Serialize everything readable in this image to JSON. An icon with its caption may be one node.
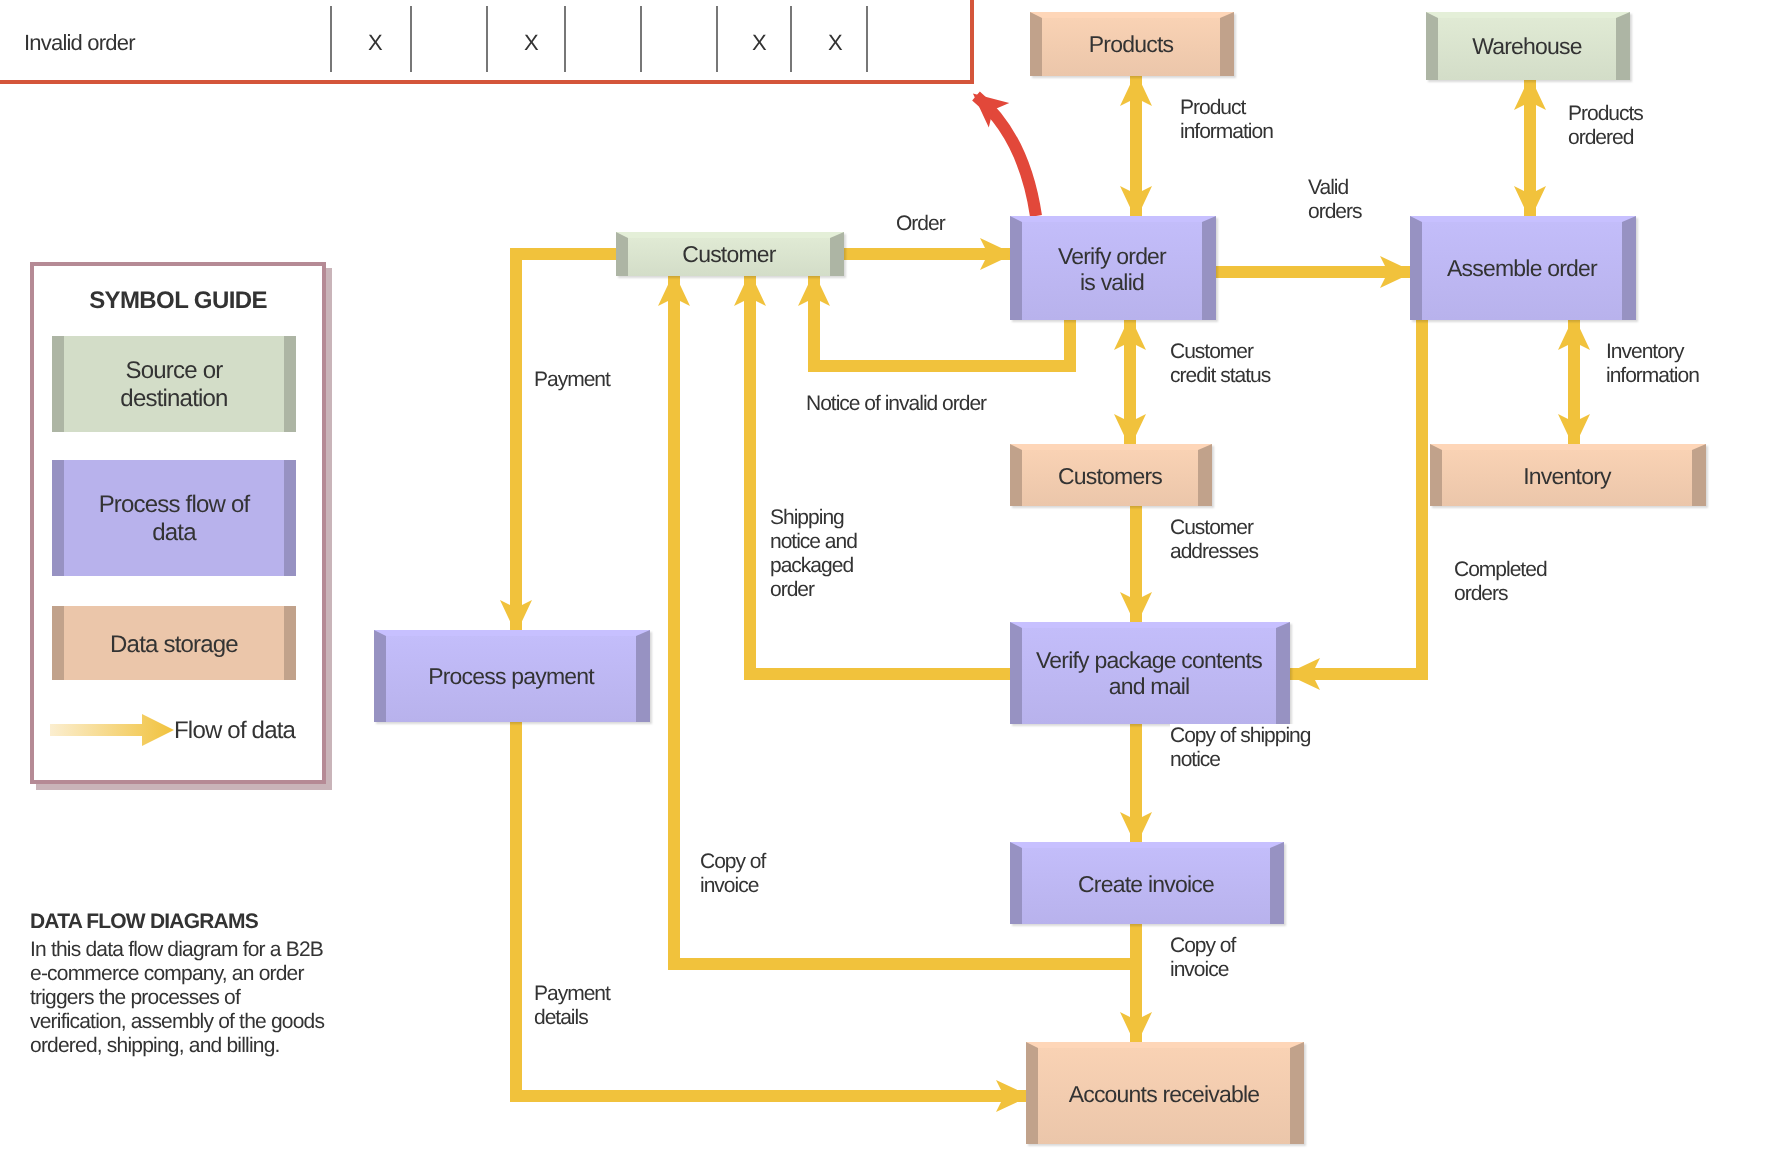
{
  "diagram": {
    "title": "DATA FLOW DIAGRAMS",
    "caption": "In this data flow diagram for a B2B e-commerce company, an order triggers the processes of verification, assembly of the goods ordered, shipping, and billing.",
    "nodes": [
      {
        "text": [
          "Invalid order",
          "X",
          "X",
          "X",
          "X"
        ]
      },
      {
        "text": [
          "Customer"
        ]
      },
      {
        "text": [
          "Verify order is valid"
        ]
      },
      {
        "text": [
          "Products"
        ]
      },
      {
        "text": [
          "Warehouse"
        ]
      },
      {
        "text": [
          "Assemble order"
        ]
      },
      {
        "text": [
          "Customers"
        ]
      },
      {
        "text": [
          "Inventory"
        ]
      },
      {
        "text": [
          "Process payment"
        ]
      },
      {
        "text": [
          "Verify package contents and mail"
        ]
      },
      {
        "text": [
          "Create invoice"
        ]
      },
      {
        "text": [
          "Accounts receivable"
        ]
      }
    ],
    "edges": [
      {
        "from": 1,
        "to": 2,
        "arrow": "to",
        "label": "Order"
      },
      {
        "from": 2,
        "to": 1,
        "arrow": "to",
        "label": "Notice of invalid order"
      },
      {
        "from": 2,
        "to": 0,
        "arrow": "to",
        "color": "#e2483a"
      },
      {
        "from": 3,
        "to": 2,
        "arrow": "both",
        "label": "Product information"
      },
      {
        "from": 2,
        "to": 5,
        "arrow": "to",
        "label": "Valid orders"
      },
      {
        "from": 4,
        "to": 5,
        "arrow": "both",
        "label": "Products ordered"
      },
      {
        "from": 2,
        "to": 6,
        "arrow": "both",
        "label": "Customer credit status"
      },
      {
        "from": 5,
        "to": 7,
        "arrow": "both",
        "label": "Inventory information"
      },
      {
        "from": 6,
        "to": 9,
        "arrow": "to",
        "label": "Customer addresses"
      },
      {
        "from": 5,
        "to": 9,
        "arrow": "to",
        "label": "Completed orders"
      },
      {
        "from": 9,
        "to": 1,
        "arrow": "to",
        "label": "Shipping notice and packaged order"
      },
      {
        "from": 1,
        "to": 8,
        "arrow": "to",
        "label": "Payment"
      },
      {
        "from": 9,
        "to": 10,
        "arrow": "to",
        "label": "Copy of shipping notice"
      },
      {
        "from": 10,
        "to": 1,
        "arrow": "to",
        "label": "Copy of invoice"
      },
      {
        "from": 10,
        "to": 11,
        "arrow": "to",
        "label": "Copy of invoice"
      },
      {
        "from": 8,
        "to": 11,
        "arrow": "to",
        "label": "Payment details"
      }
    ],
    "labels": [
      "SYMBOL GUIDE"
    ],
    "legend": [
      {
        "text": "Source or destination",
        "color": "#d3ddc8"
      },
      {
        "text": "Process flow of data",
        "color": "#b8b2ec"
      },
      {
        "text": "Data storage",
        "color": "#ebc6aa"
      },
      {
        "text": "Flow of data"
      }
    ]
  }
}
